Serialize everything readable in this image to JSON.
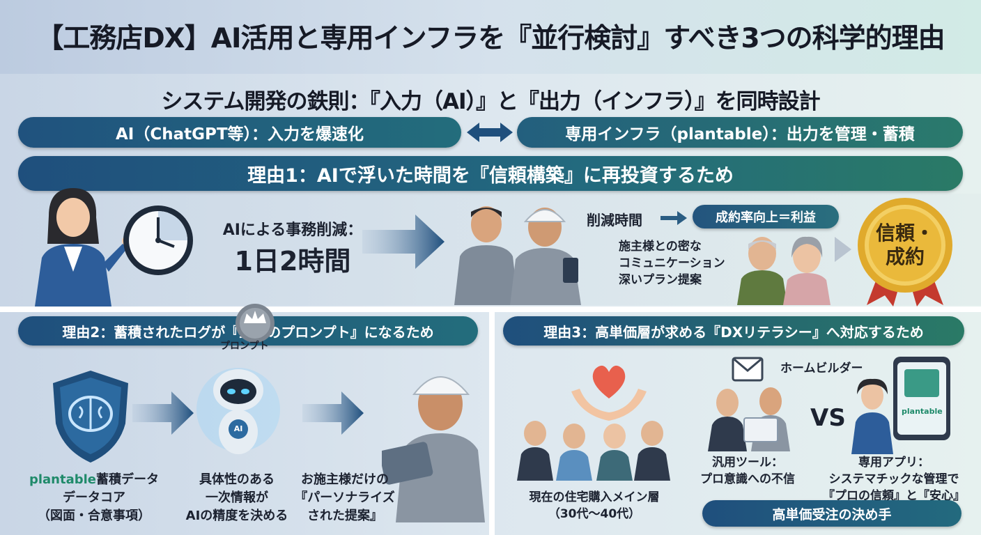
{
  "title": "【工務店DX】AI活用と専用インフラを『並行検討』すべき3つの科学的理由",
  "subtitle": "システム開発の鉄則：『入力（AI）』と『出力（インフラ）』を同時設計",
  "top_pills": {
    "left": "AI（ChatGPT等）：入力を爆速化",
    "right": "専用インフラ（plantable）：出力を管理・蓄積"
  },
  "reason1": {
    "heading": "理由1：AIで浮いた時間を『信頼構築』に再投資するため",
    "reduction_label": "AIによる事務削減：",
    "reduction_value": "1日2時間",
    "time_saved": "削減時間",
    "profit": "成約率向上＝利益",
    "desc_lines": [
      "施主様との密な",
      "コミュニケーション",
      "深いプラン提案"
    ],
    "medal_lines": [
      "信頼・",
      "成約"
    ]
  },
  "reason2": {
    "heading": "理由2：蓄積されたログが『最強のプロンプト』になるため",
    "badge": "プロンプト",
    "robot_label": "AI",
    "col1_brand": "plantable",
    "col1_line1": "蓄積データ",
    "col1_line2": "データコア",
    "col1_line3": "（図面・合意事項）",
    "col2_lines": [
      "具体性のある",
      "一次情報が",
      "AIの精度を決める"
    ],
    "col3_lines": [
      "お施主様だけの",
      "『パーソナライズ",
      "された提案』"
    ]
  },
  "reason3": {
    "heading": "理由3：高単価層が求める『DXリテラシー』へ対応するため",
    "home_builder": "ホームビルダー",
    "vs": "VS",
    "buyers_lines": [
      "現在の住宅購入メイン層",
      "（30代〜40代）"
    ],
    "generic_lines": [
      "汎用ツール：",
      "プロ意識への不信"
    ],
    "dedicated_lines": [
      "専用アプリ：",
      "システマチックな管理で",
      "『プロの信頼』と『安心』"
    ],
    "phone_brand": "plantable",
    "win": "高単価受注の決め手"
  },
  "colors": {
    "navy": "#1f4f7d",
    "teal": "#2a7a66",
    "brand_green": "#1f8a6a",
    "gold": "#d9a521"
  }
}
